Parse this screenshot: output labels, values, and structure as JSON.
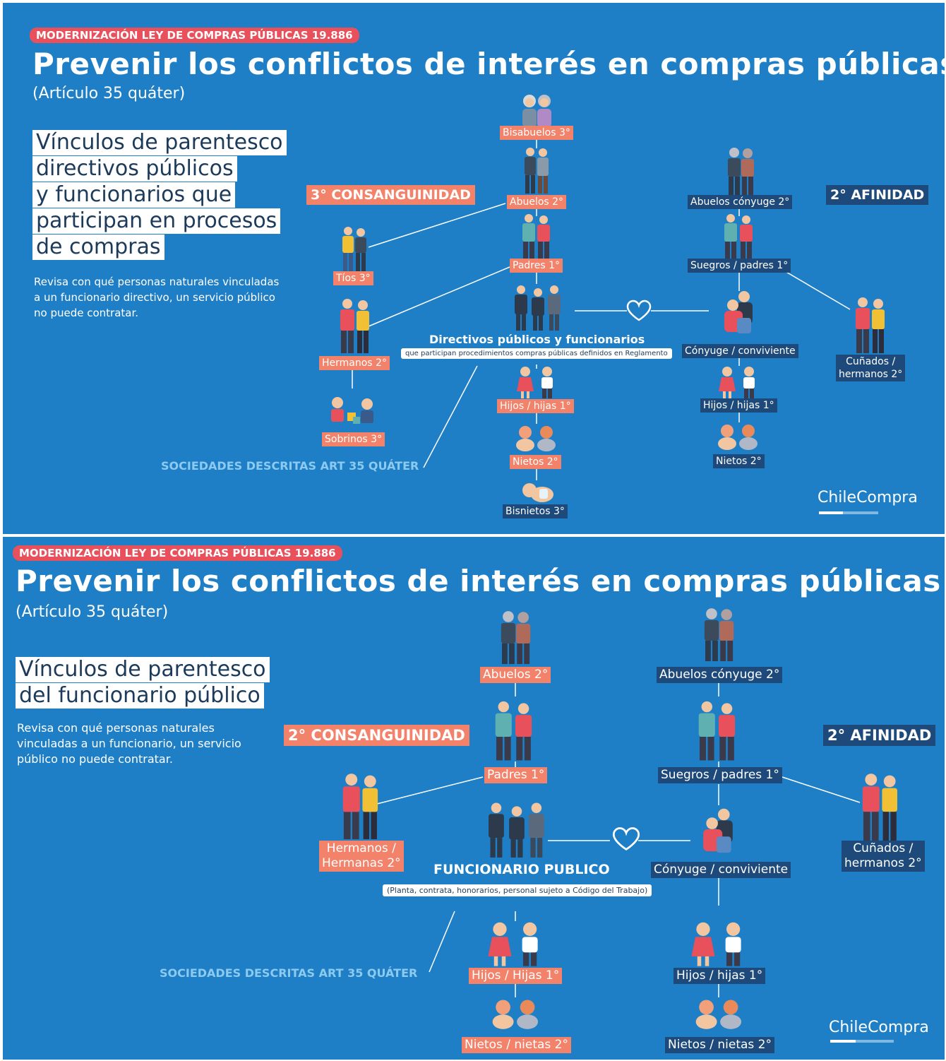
{
  "colors": {
    "background": "#1e7fc6",
    "coral": "#f2826a",
    "navy": "#1d4a7a",
    "tag": "#e8505b",
    "society": "#8ccaf0"
  },
  "panel1": {
    "tag": "MODERNIZACIÓN LEY DE COMPRAS PÚBLICAS 19.886",
    "title": "Prevenir los conflictos de interés en compras públicas",
    "article": "(Artículo 35 quáter)",
    "heading_lines": [
      "Vínculos de parentesco",
      "directivos públicos",
      "y funcionarios que",
      "participan en procesos",
      "de compras"
    ],
    "description_lines": [
      "Revisa con qué personas naturales vinculadas",
      "a un funcionario directivo, un servicio público",
      "no puede contratar."
    ],
    "consanguinity": "3° CONSANGUINIDAD",
    "affinity": "2° AFINIDAD",
    "center_title": "Directivos públicos y funcionarios",
    "center_note": "que participan procedimientos compras públicas definidos en Reglamento",
    "society": "SOCIEDADES DESCRITAS ART 35 QUÁTER",
    "brand": "ChileCompra",
    "labels": {
      "bisabuelos": "Bisabuelos 3°",
      "abuelos": "Abuelos 2°",
      "padres": "Padres 1°",
      "tios": "Tíos 3°",
      "hermanos": "Hermanos 2°",
      "sobrinos": "Sobrinos 3°",
      "hijos": "Hijos / hijas 1°",
      "nietos": "Nietos 2°",
      "bisnietos": "Bisnietos 3°",
      "abuelos_conyuge": "Abuelos cónyuge 2°",
      "suegros": "Suegros / padres 1°",
      "conyuge": "Cónyuge / conviviente",
      "cunados_1": "Cuñados /",
      "cunados_2": "hermanos 2°",
      "hijos_c": "Hijos / hijas 1°",
      "nietos_c": "Nietos 2°"
    },
    "icons": [
      "elderly-couple-icon",
      "couple-icon",
      "executives-icon",
      "heart-icon",
      "embrace-icon",
      "children-icon",
      "babies-icon",
      "infant-icon"
    ]
  },
  "panel2": {
    "tag": "MODERNIZACIÓN LEY DE COMPRAS PÚBLICAS 19.886",
    "title": "Prevenir los conflictos de interés en compras públicas",
    "article": "(Artículo 35 quáter)",
    "heading_lines": [
      "Vínculos de parentesco",
      "del funcionario público"
    ],
    "description_lines": [
      "Revisa con qué personas naturales",
      "vinculadas a un funcionario, un servicio",
      "público no puede contratar."
    ],
    "consanguinity": "2° CONSANGUINIDAD",
    "affinity": "2° AFINIDAD",
    "center_title": "FUNCIONARIO PUBLICO",
    "center_note": "(Planta, contrata, honorarios, personal sujeto a Código del Trabajo)",
    "society": "SOCIEDADES DESCRITAS ART 35 QUÁTER",
    "brand": "ChileCompra",
    "labels": {
      "abuelos": "Abuelos 2°",
      "padres": "Padres 1°",
      "hermanos_1": "Hermanos /",
      "hermanos_2": "Hermanas 2°",
      "hijos": "Hijos / Hijas 1°",
      "nietos": "Nietos / nietas 2°",
      "abuelos_conyuge": "Abuelos cónyuge 2°",
      "suegros": "Suegros / padres 1°",
      "conyuge": "Cónyuge / conviviente",
      "cunados_1": "Cuñados /",
      "cunados_2": "hermanos 2°",
      "hijos_c": "Hijos / hijas 1°",
      "nietos_c": "Nietos / nietas 2°"
    }
  }
}
